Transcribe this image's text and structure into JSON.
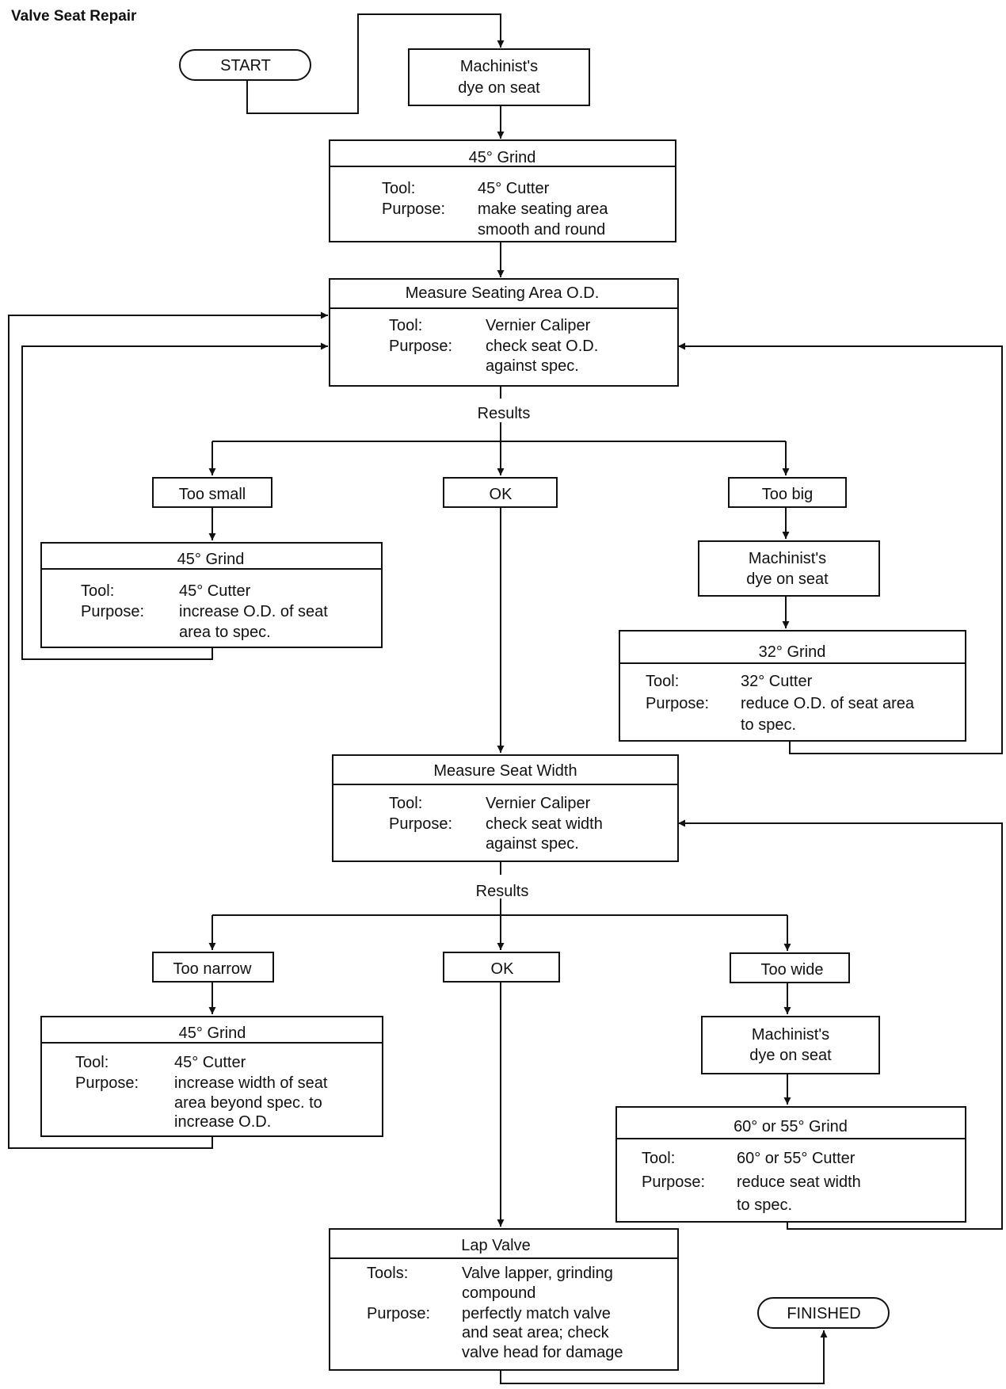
{
  "title": "Valve Seat Repair",
  "start": "START",
  "finished": "FINISHED",
  "dye1": [
    "Machinist's",
    "dye on seat"
  ],
  "grind45_top": {
    "title": "45° Grind",
    "tool_label": "Tool:",
    "tool": "45° Cutter",
    "purpose_label": "Purpose:",
    "purpose": [
      "make seating area",
      "smooth and round"
    ]
  },
  "measure_od": {
    "title": "Measure Seating Area O.D.",
    "tool_label": "Tool:",
    "tool": "Vernier Caliper",
    "purpose_label": "Purpose:",
    "purpose": [
      "check seat O.D.",
      "against spec."
    ]
  },
  "results1": "Results",
  "too_small": "Too small",
  "ok1": "OK",
  "too_big": "Too big",
  "grind45_small": {
    "title": "45° Grind",
    "tool_label": "Tool:",
    "tool": "45° Cutter",
    "purpose_label": "Purpose:",
    "purpose": [
      "increase O.D. of seat",
      "area to spec."
    ]
  },
  "dye2": [
    "Machinist's",
    "dye on seat"
  ],
  "grind32": {
    "title": "32° Grind",
    "tool_label": "Tool:",
    "tool": "32° Cutter",
    "purpose_label": "Purpose:",
    "purpose": [
      "reduce O.D. of seat area",
      "to spec."
    ]
  },
  "measure_width": {
    "title": "Measure Seat Width",
    "tool_label": "Tool:",
    "tool": "Vernier Caliper",
    "purpose_label": "Purpose:",
    "purpose": [
      "check seat width",
      "against spec."
    ]
  },
  "results2": "Results",
  "too_narrow": "Too narrow",
  "ok2": "OK",
  "too_wide": "Too wide",
  "grind45_narrow": {
    "title": "45° Grind",
    "tool_label": "Tool:",
    "tool": "45° Cutter",
    "purpose_label": "Purpose:",
    "purpose": [
      "increase width of seat",
      "area beyond spec. to",
      "increase O.D."
    ]
  },
  "dye3": [
    "Machinist's",
    "dye on seat"
  ],
  "grind60": {
    "title": "60° or 55° Grind",
    "tool_label": "Tool:",
    "tool": "60° or 55° Cutter",
    "purpose_label": "Purpose:",
    "purpose": [
      "reduce seat width",
      "to spec."
    ]
  },
  "lap": {
    "title": "Lap Valve",
    "tool_label": "Tools:",
    "tool": [
      "Valve lapper, grinding",
      "compound"
    ],
    "purpose_label": "Purpose:",
    "purpose": [
      "perfectly match valve",
      "and seat area; check",
      "valve head for damage"
    ]
  }
}
